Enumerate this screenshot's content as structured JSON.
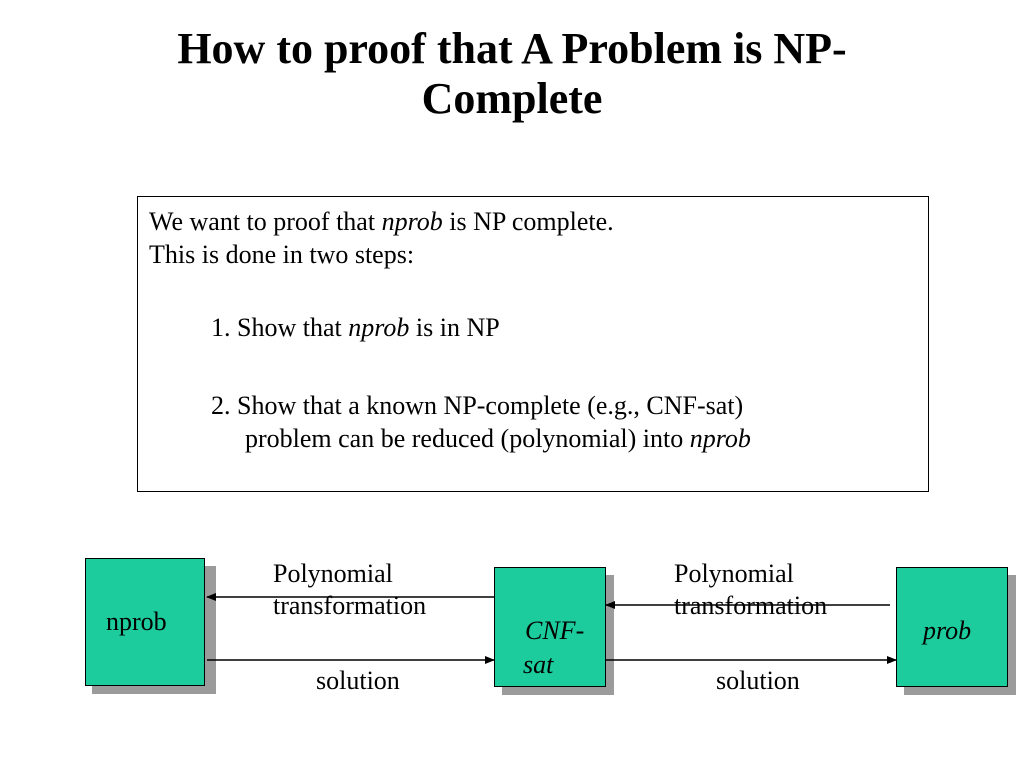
{
  "title": {
    "line1": "How to proof that A Problem is NP-",
    "line2": "Complete"
  },
  "textbox": {
    "line1_a": "We want to proof that ",
    "line1_b": "nprob",
    "line1_c": " is NP complete.",
    "line2": "This is done in two steps:",
    "step1_a": "1. Show that ",
    "step1_b": "nprob",
    "step1_c": " is in NP",
    "step2_line1": "2. Show that a known NP-complete (e.g., CNF-sat)",
    "step2_line2_a": "problem can be reduced (polynomial) into ",
    "step2_line2_b": "nprob"
  },
  "diagram": {
    "box_left": "nprob",
    "box_middle_line1": "CNF-",
    "box_middle_line2": "sat",
    "box_right": "prob",
    "label_poly1_line1": "Polynomial",
    "label_poly1_line2": "transformation",
    "label_solution1": "solution",
    "label_poly2_line1": "Polynomial",
    "label_poly2_line2": "transformation",
    "label_solution2": "solution",
    "box_color": "#1dcc9c",
    "shadow_color": "#9b9b9b"
  }
}
